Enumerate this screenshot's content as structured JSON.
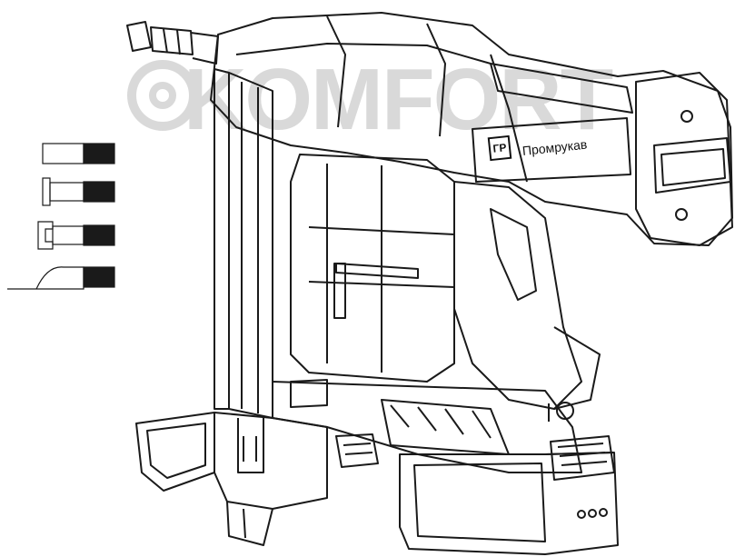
{
  "watermark": {
    "text": "KOMFORT"
  },
  "tool": {
    "brand_logo": "ГР",
    "brand_name": "Промрукав"
  },
  "icons": {
    "nozzles": [
      "nozzle-flat-icon",
      "nozzle-collar-icon",
      "nozzle-fork-icon",
      "nozzle-angled-icon"
    ],
    "tool": "nail-gun-icon"
  },
  "colors": {
    "line": "#1a1a1a",
    "watermark": "#d9d9d9"
  }
}
